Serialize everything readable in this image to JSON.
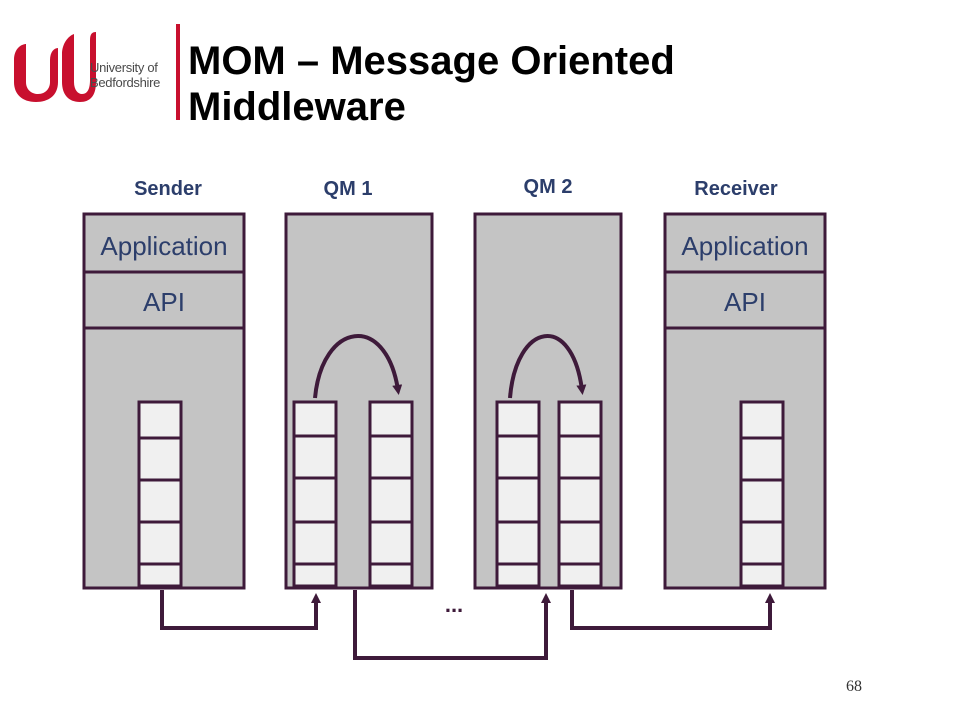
{
  "slide": {
    "title": "MOM – Message Oriented Middleware",
    "page_number": "68"
  },
  "logo": {
    "line1": "University of",
    "line2": "Bedfordshire"
  },
  "diagram": {
    "colors": {
      "frame": "#3e1a3a",
      "panel": "#c4c4c4",
      "queue_cell": "#f0f0f0",
      "label": "#2c3e6b"
    },
    "columns": [
      {
        "id": "sender",
        "label": "Sender",
        "application": "Application",
        "api": "API"
      },
      {
        "id": "qm1",
        "label": "QM 1"
      },
      {
        "id": "qm2",
        "label": "QM 2"
      },
      {
        "id": "receiver",
        "label": "Receiver",
        "application": "Application",
        "api": "API"
      }
    ],
    "ellipsis": "..."
  }
}
